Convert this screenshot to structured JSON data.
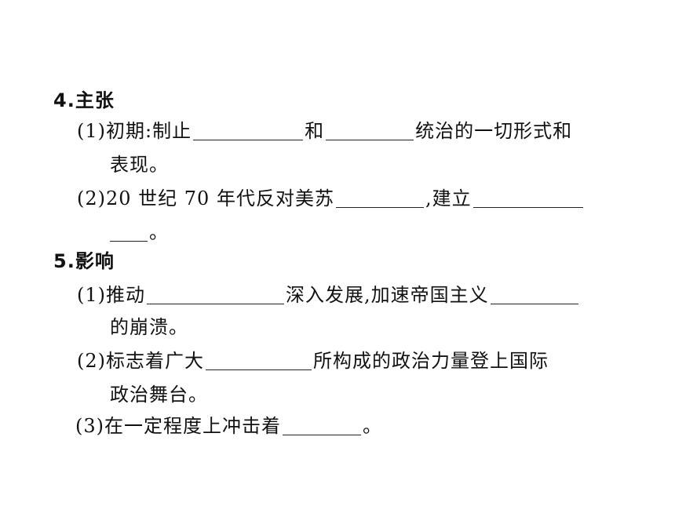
{
  "sections": [
    {
      "heading": "4.主张",
      "items": [
        {
          "line1": [
            "(1)初期:制止",
            "和",
            "统治的一切形式和"
          ],
          "line2": [
            "表现。"
          ]
        },
        {
          "line1": [
            "(2)20 世纪 70 年代反对美苏",
            ",建立"
          ],
          "line2": [
            "。"
          ]
        }
      ]
    },
    {
      "heading": "5.影响",
      "items": [
        {
          "line1": [
            "(1)推动",
            "深入发展,加速帝国主义"
          ],
          "line2": [
            "的崩溃。"
          ]
        },
        {
          "line1": [
            "(2)标志着广大",
            "所构成的政治力量登上国际"
          ],
          "line2": [
            "政治舞台。"
          ]
        },
        {
          "line1": [
            "(3)在一定程度上冲击着",
            "。"
          ]
        }
      ]
    }
  ]
}
